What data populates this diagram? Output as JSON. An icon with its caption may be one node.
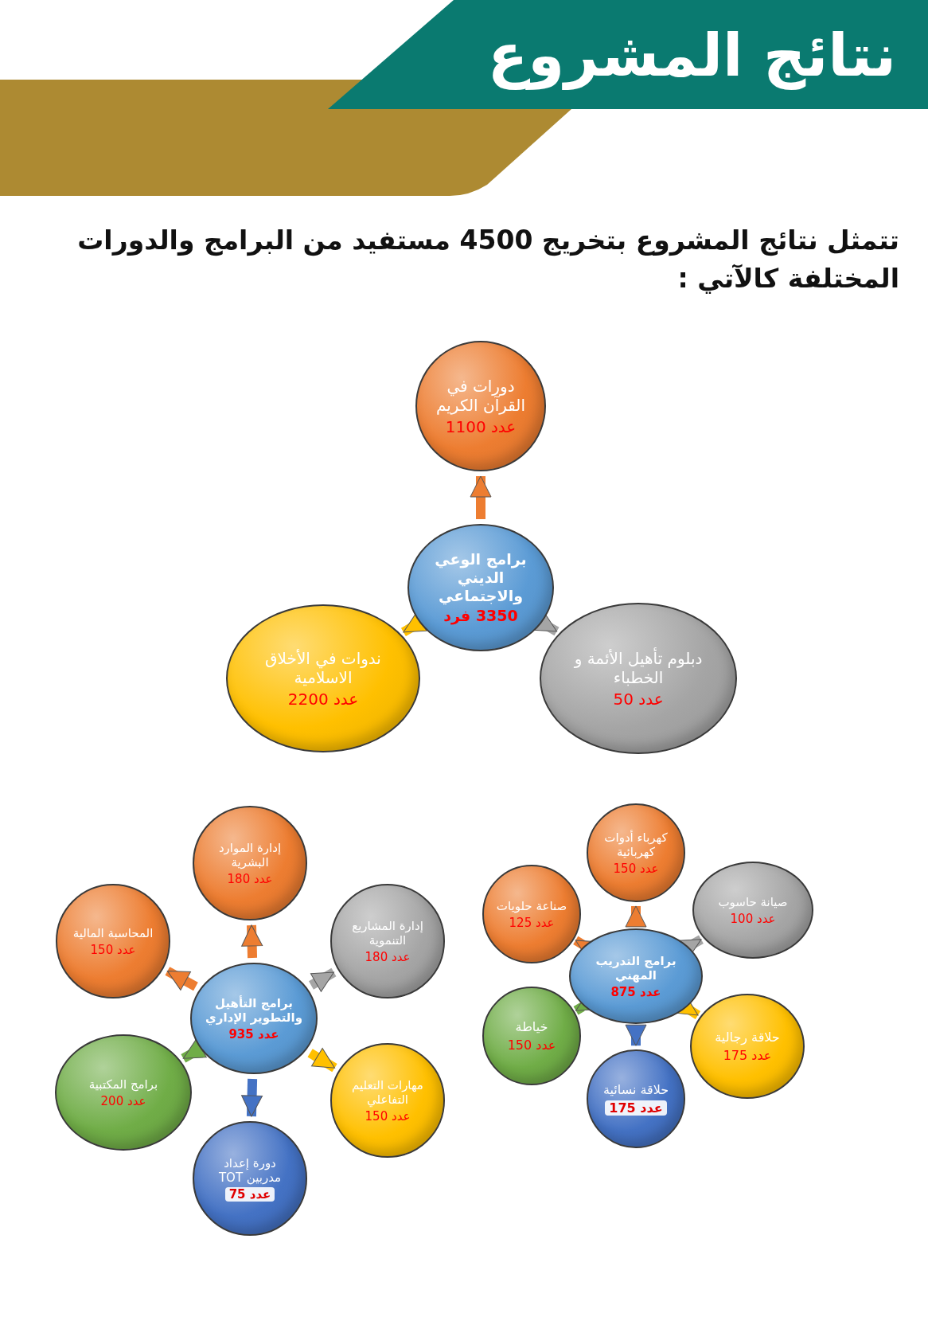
{
  "diagram": {
    "title": "نتائج المشروع",
    "caption": "تتمثل نتائج المشروع بتخريج 4500 مستفيد من البرامج والدورات المختلفة كالآتي :",
    "nodes": [
      {
        "text": [
          "برامج الوعي الديني والاجتماعي",
          "3350 فرد"
        ]
      },
      {
        "text": [
          "دورات في القرآن الكريم",
          "عدد 1100"
        ]
      },
      {
        "text": [
          "ندوات في الأخلاق الاسلامية",
          "عدد 2200"
        ]
      },
      {
        "text": [
          "دبلوم تأهيل الأئمة و الخطباء",
          "عدد 50"
        ]
      },
      {
        "text": [
          "برامج التأهيل والتطوير الإداري",
          "عدد 935"
        ]
      },
      {
        "text": [
          "إدارة الموارد البشرية",
          "عدد 180"
        ]
      },
      {
        "text": [
          "المحاسبة المالية",
          "عدد 150"
        ]
      },
      {
        "text": [
          "إدارة المشاريع التنموية",
          "عدد 180"
        ]
      },
      {
        "text": [
          "برامج المكتبية",
          "عدد 200"
        ]
      },
      {
        "text": [
          "مهارات التعليم التفاعلي",
          "عدد 150"
        ]
      },
      {
        "text": [
          "دورة إعداد مدربين TOT",
          "عدد 75"
        ]
      },
      {
        "text": [
          "برامج التدريب المهني",
          "عدد 875"
        ]
      },
      {
        "text": [
          "كهرباء أدوات كهربائية",
          "عدد 150"
        ]
      },
      {
        "text": [
          "صناعة حلويات",
          "عدد 125"
        ]
      },
      {
        "text": [
          "صيانة حاسوب",
          "عدد 100"
        ]
      },
      {
        "text": [
          "خياطة",
          "عدد 150"
        ]
      },
      {
        "text": [
          "حلاقة رجالية",
          "عدد 175"
        ]
      },
      {
        "text": [
          "حلاقة نسائية",
          "عدد 175"
        ]
      }
    ],
    "edges": [
      {
        "from": 0,
        "to": 1,
        "arrow": "to"
      },
      {
        "from": 0,
        "to": 2,
        "arrow": "to",
        "color": "#ffc000"
      },
      {
        "from": 0,
        "to": 3,
        "arrow": "to",
        "color": "#a5a5a5"
      },
      {
        "from": 4,
        "to": 5,
        "arrow": "to"
      },
      {
        "from": 4,
        "to": 6,
        "arrow": "to"
      },
      {
        "from": 4,
        "to": 7,
        "arrow": "to",
        "color": "#a5a5a5"
      },
      {
        "from": 4,
        "to": 8,
        "arrow": "to",
        "color": "#70ad47"
      },
      {
        "from": 4,
        "to": 9,
        "arrow": "to",
        "color": "#ffc000"
      },
      {
        "from": 4,
        "to": 10,
        "arrow": "to",
        "color": "#4472c4"
      },
      {
        "from": 11,
        "to": 12,
        "arrow": "to"
      },
      {
        "from": 11,
        "to": 13,
        "arrow": "to"
      },
      {
        "from": 11,
        "to": 14,
        "arrow": "to",
        "color": "#a5a5a5"
      },
      {
        "from": 11,
        "to": 15,
        "arrow": "to",
        "color": "#70ad47"
      },
      {
        "from": 11,
        "to": 16,
        "arrow": "to",
        "color": "#ffc000"
      },
      {
        "from": 11,
        "to": 17,
        "arrow": "to",
        "color": "#4472c4"
      }
    ]
  }
}
